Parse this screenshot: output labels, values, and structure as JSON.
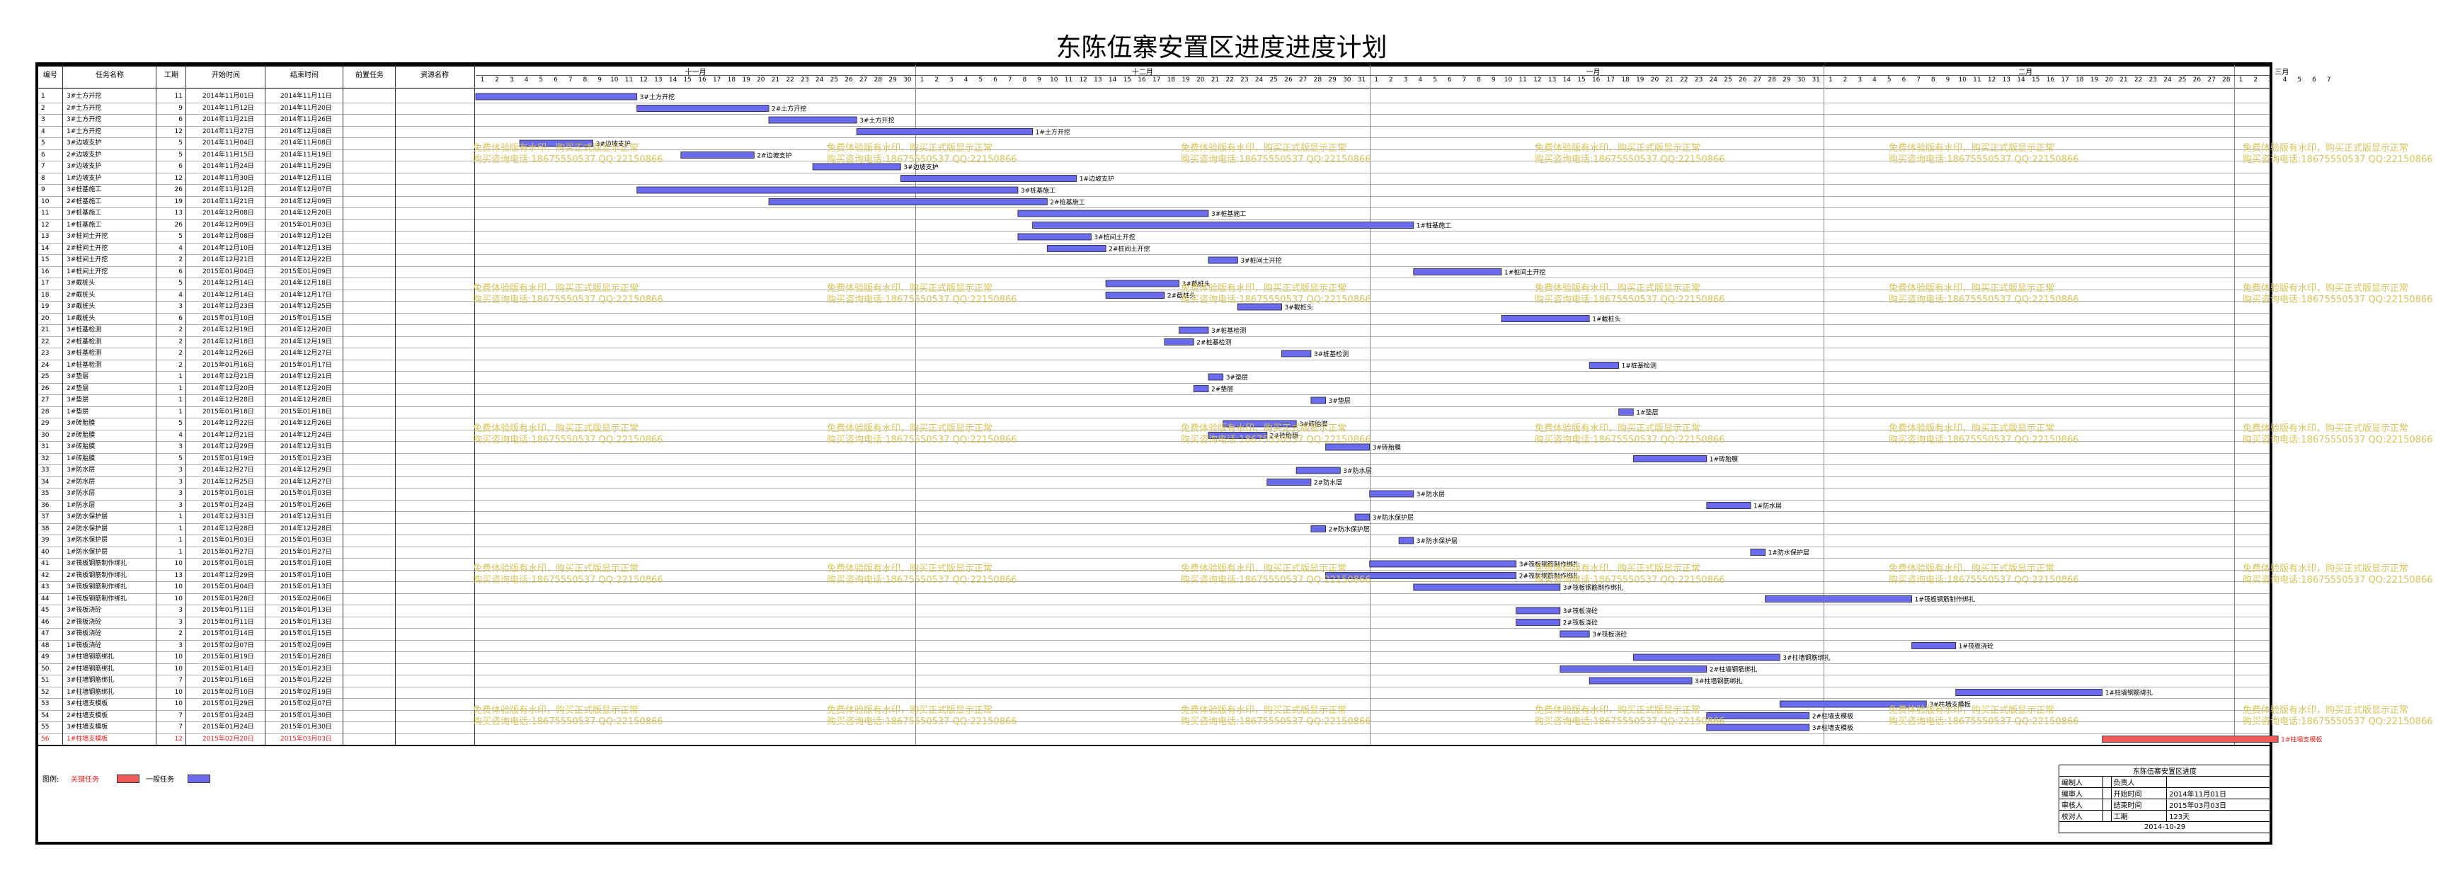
{
  "title": "东陈伍寨安置区进度进度计划",
  "headers": {
    "id": "编号",
    "name": "任务名称",
    "duration": "工期",
    "start": "开始时间",
    "end": "结束时间",
    "pred": "前置任务",
    "resource": "资源名称"
  },
  "months": [
    "十一月",
    "十二月",
    "一月",
    "二月",
    "三月"
  ],
  "month_days": [
    30,
    31,
    31,
    28,
    7
  ],
  "tasks": [
    {
      "id": "1",
      "name": "3#土方开挖",
      "dur": "11",
      "start": "2014年11月01日",
      "end": "2014年11月11日"
    },
    {
      "id": "2",
      "name": "2#土方开挖",
      "dur": "9",
      "start": "2014年11月12日",
      "end": "2014年11月20日"
    },
    {
      "id": "3",
      "name": "3#土方开挖",
      "dur": "6",
      "start": "2014年11月21日",
      "end": "2014年11月26日"
    },
    {
      "id": "4",
      "name": "1#土方开挖",
      "dur": "12",
      "start": "2014年11月27日",
      "end": "2014年12月08日"
    },
    {
      "id": "5",
      "name": "3#边坡支护",
      "dur": "5",
      "start": "2014年11月04日",
      "end": "2014年11月08日"
    },
    {
      "id": "6",
      "name": "2#边坡支护",
      "dur": "5",
      "start": "2014年11月15日",
      "end": "2014年11月19日"
    },
    {
      "id": "7",
      "name": "3#边坡支护",
      "dur": "6",
      "start": "2014年11月24日",
      "end": "2014年11月29日"
    },
    {
      "id": "8",
      "name": "1#边坡支护",
      "dur": "12",
      "start": "2014年11月30日",
      "end": "2014年12月11日"
    },
    {
      "id": "9",
      "name": "3#桩基施工",
      "dur": "26",
      "start": "2014年11月12日",
      "end": "2014年12月07日"
    },
    {
      "id": "10",
      "name": "2#桩基施工",
      "dur": "19",
      "start": "2014年11月21日",
      "end": "2014年12月09日"
    },
    {
      "id": "11",
      "name": "3#桩基施工",
      "dur": "13",
      "start": "2014年12月08日",
      "end": "2014年12月20日"
    },
    {
      "id": "12",
      "name": "1#桩基施工",
      "dur": "26",
      "start": "2014年12月09日",
      "end": "2015年01月03日"
    },
    {
      "id": "13",
      "name": "3#桩间土开挖",
      "dur": "5",
      "start": "2014年12月08日",
      "end": "2014年12月12日"
    },
    {
      "id": "14",
      "name": "2#桩间土开挖",
      "dur": "4",
      "start": "2014年12月10日",
      "end": "2014年12月13日"
    },
    {
      "id": "15",
      "name": "3#桩间土开挖",
      "dur": "2",
      "start": "2014年12月21日",
      "end": "2014年12月22日"
    },
    {
      "id": "16",
      "name": "1#桩间土开挖",
      "dur": "6",
      "start": "2015年01月04日",
      "end": "2015年01月09日"
    },
    {
      "id": "17",
      "name": "3#截桩头",
      "dur": "5",
      "start": "2014年12月14日",
      "end": "2014年12月18日"
    },
    {
      "id": "18",
      "name": "2#截桩头",
      "dur": "4",
      "start": "2014年12月14日",
      "end": "2014年12月17日"
    },
    {
      "id": "19",
      "name": "3#截桩头",
      "dur": "3",
      "start": "2014年12月23日",
      "end": "2014年12月25日"
    },
    {
      "id": "20",
      "name": "1#截桩头",
      "dur": "6",
      "start": "2015年01月10日",
      "end": "2015年01月15日"
    },
    {
      "id": "21",
      "name": "3#桩基检测",
      "dur": "2",
      "start": "2014年12月19日",
      "end": "2014年12月20日"
    },
    {
      "id": "22",
      "name": "2#桩基检测",
      "dur": "2",
      "start": "2014年12月18日",
      "end": "2014年12月19日"
    },
    {
      "id": "23",
      "name": "3#桩基检测",
      "dur": "2",
      "start": "2014年12月26日",
      "end": "2014年12月27日"
    },
    {
      "id": "24",
      "name": "1#桩基检测",
      "dur": "2",
      "start": "2015年01月16日",
      "end": "2015年01月17日"
    },
    {
      "id": "25",
      "name": "3#垫层",
      "dur": "1",
      "start": "2014年12月21日",
      "end": "2014年12月21日"
    },
    {
      "id": "26",
      "name": "2#垫层",
      "dur": "1",
      "start": "2014年12月20日",
      "end": "2014年12月20日"
    },
    {
      "id": "27",
      "name": "3#垫层",
      "dur": "1",
      "start": "2014年12月28日",
      "end": "2014年12月28日"
    },
    {
      "id": "28",
      "name": "1#垫层",
      "dur": "1",
      "start": "2015年01月18日",
      "end": "2015年01月18日"
    },
    {
      "id": "29",
      "name": "3#砖胎膜",
      "dur": "5",
      "start": "2014年12月22日",
      "end": "2014年12月26日"
    },
    {
      "id": "30",
      "name": "2#砖胎膜",
      "dur": "4",
      "start": "2014年12月21日",
      "end": "2014年12月24日"
    },
    {
      "id": "31",
      "name": "3#砖胎膜",
      "dur": "3",
      "start": "2014年12月29日",
      "end": "2014年12月31日"
    },
    {
      "id": "32",
      "name": "1#砖胎膜",
      "dur": "5",
      "start": "2015年01月19日",
      "end": "2015年01月23日"
    },
    {
      "id": "33",
      "name": "3#防水层",
      "dur": "3",
      "start": "2014年12月27日",
      "end": "2014年12月29日"
    },
    {
      "id": "34",
      "name": "2#防水层",
      "dur": "3",
      "start": "2014年12月25日",
      "end": "2014年12月27日"
    },
    {
      "id": "35",
      "name": "3#防水层",
      "dur": "3",
      "start": "2015年01月01日",
      "end": "2015年01月03日"
    },
    {
      "id": "36",
      "name": "1#防水层",
      "dur": "3",
      "start": "2015年01月24日",
      "end": "2015年01月26日"
    },
    {
      "id": "37",
      "name": "3#防水保护层",
      "dur": "1",
      "start": "2014年12月31日",
      "end": "2014年12月31日"
    },
    {
      "id": "38",
      "name": "2#防水保护层",
      "dur": "1",
      "start": "2014年12月28日",
      "end": "2014年12月28日"
    },
    {
      "id": "39",
      "name": "3#防水保护层",
      "dur": "1",
      "start": "2015年01月03日",
      "end": "2015年01月03日"
    },
    {
      "id": "40",
      "name": "1#防水保护层",
      "dur": "1",
      "start": "2015年01月27日",
      "end": "2015年01月27日"
    },
    {
      "id": "41",
      "name": "3#筏板钢筋制作绑扎",
      "dur": "10",
      "start": "2015年01月01日",
      "end": "2015年01月10日"
    },
    {
      "id": "42",
      "name": "2#筏板钢筋制作绑扎",
      "dur": "13",
      "start": "2014年12月29日",
      "end": "2015年01月10日"
    },
    {
      "id": "43",
      "name": "3#筏板钢筋制作绑扎",
      "dur": "10",
      "start": "2015年01月04日",
      "end": "2015年01月13日"
    },
    {
      "id": "44",
      "name": "1#筏板钢筋制作绑扎",
      "dur": "10",
      "start": "2015年01月28日",
      "end": "2015年02月06日"
    },
    {
      "id": "45",
      "name": "3#筏板浇砼",
      "dur": "3",
      "start": "2015年01月11日",
      "end": "2015年01月13日"
    },
    {
      "id": "46",
      "name": "2#筏板浇砼",
      "dur": "3",
      "start": "2015年01月11日",
      "end": "2015年01月13日"
    },
    {
      "id": "47",
      "name": "3#筏板浇砼",
      "dur": "2",
      "start": "2015年01月14日",
      "end": "2015年01月15日"
    },
    {
      "id": "48",
      "name": "1#筏板浇砼",
      "dur": "3",
      "start": "2015年02月07日",
      "end": "2015年02月09日"
    },
    {
      "id": "49",
      "name": "3#柱墙钢筋绑扎",
      "dur": "10",
      "start": "2015年01月19日",
      "end": "2015年01月28日"
    },
    {
      "id": "50",
      "name": "2#柱墙钢筋绑扎",
      "dur": "10",
      "start": "2015年01月14日",
      "end": "2015年01月23日"
    },
    {
      "id": "51",
      "name": "3#柱墙钢筋绑扎",
      "dur": "7",
      "start": "2015年01月16日",
      "end": "2015年01月22日"
    },
    {
      "id": "52",
      "name": "1#柱墙钢筋绑扎",
      "dur": "10",
      "start": "2015年02月10日",
      "end": "2015年02月19日"
    },
    {
      "id": "53",
      "name": "3#柱墙支模板",
      "dur": "10",
      "start": "2015年01月29日",
      "end": "2015年02月07日"
    },
    {
      "id": "54",
      "name": "2#柱墙支模板",
      "dur": "7",
      "start": "2015年01月24日",
      "end": "2015年01月30日"
    },
    {
      "id": "55",
      "name": "3#柱墙支模板",
      "dur": "7",
      "start": "2015年01月24日",
      "end": "2015年01月30日"
    },
    {
      "id": "56",
      "name": "1#柱墙支模板",
      "dur": "12",
      "start": "2015年02月20日",
      "end": "2015年03月03日"
    }
  ],
  "critical_task_ids": [
    "56"
  ],
  "watermark": {
    "line1": "免费体验版有水印，购买正式版显示正常",
    "line2": "购买咨询电话:18675550537 QQ:22150866"
  },
  "legend": {
    "label": "图例:",
    "critical": "关键任务",
    "normal": "一般任务"
  },
  "colors": {
    "normal_bar": "#6b6bef",
    "critical_bar": "#ef5b5b",
    "critical_text": "#e8201b",
    "watermark": "#d8c458"
  },
  "info": {
    "project_name": "东陈伍寨安置区进度",
    "rows": [
      {
        "k1": "编制人",
        "v1": "",
        "k2": "负责人",
        "v2": ""
      },
      {
        "k1": "编审人",
        "v1": "",
        "k2": "开始时间",
        "v2": "2014年11月01日"
      },
      {
        "k1": "审核人",
        "v1": "",
        "k2": "结束时间",
        "v2": "2015年03月03日"
      },
      {
        "k1": "校对人",
        "v1": "",
        "k2": "工期",
        "v2": "123天"
      }
    ],
    "date": "2014-10-29"
  }
}
